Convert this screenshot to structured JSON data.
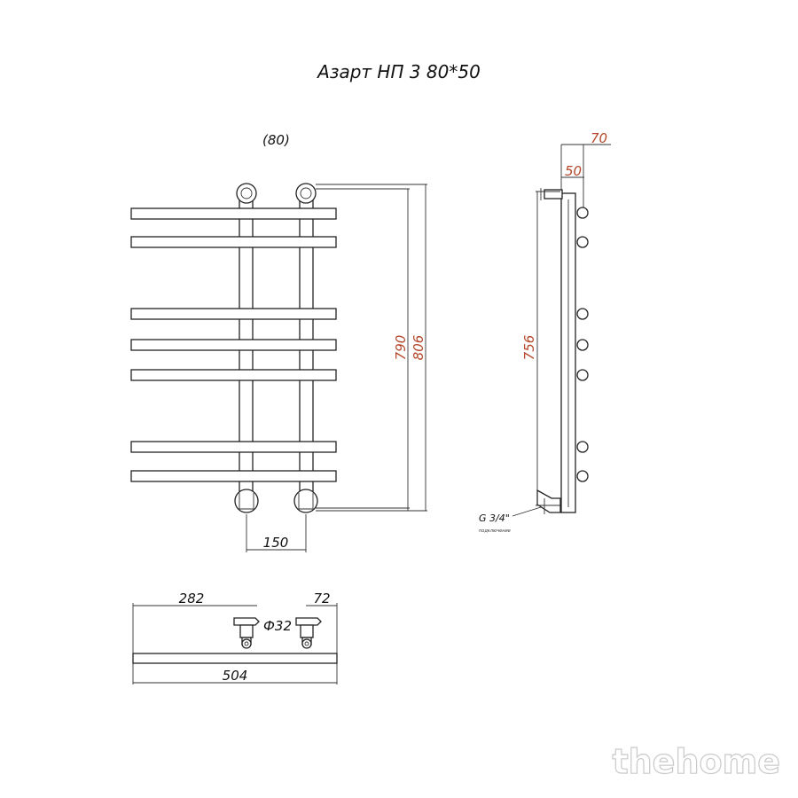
{
  "title": "Азарт НП 3 80*50",
  "front_view": {
    "pipe_label": "(80)",
    "dim_790": "790",
    "dim_806": "806",
    "dim_150": "150"
  },
  "side_view": {
    "dim_70": "70",
    "dim_50": "50",
    "dim_756": "756",
    "connection_label": "G 3/4\"",
    "connection_note": "подключение"
  },
  "top_view": {
    "dim_282": "282",
    "dim_72": "72",
    "dim_32": "Ф32",
    "dim_504": "504"
  },
  "watermark": "thehome",
  "colors": {
    "dimension_text": "#b5472a",
    "line": "#222222"
  }
}
